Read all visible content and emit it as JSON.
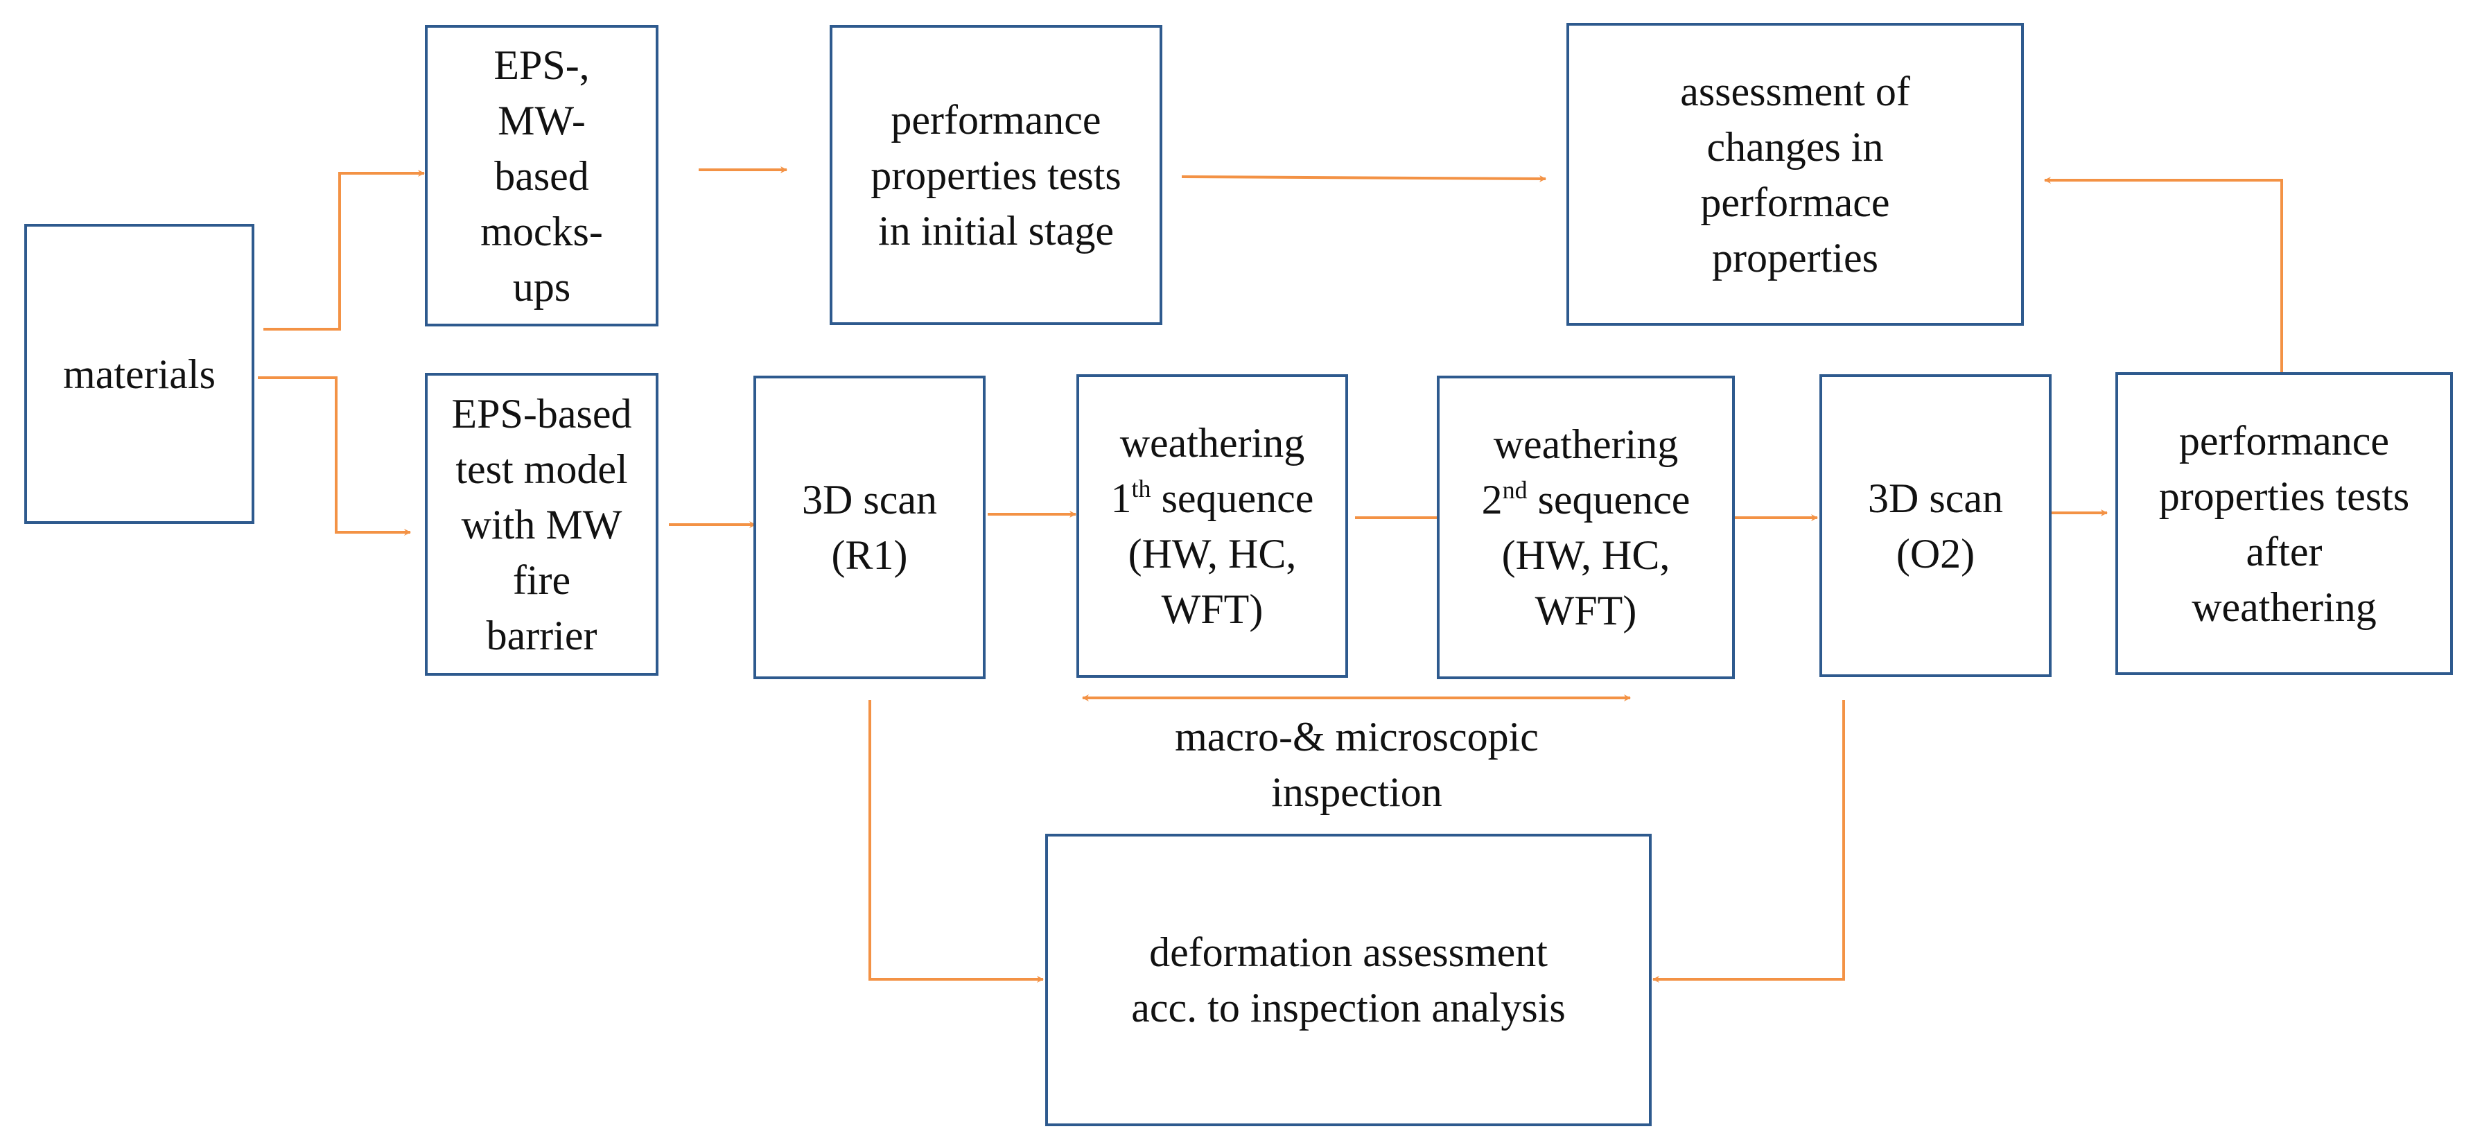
{
  "boxes": {
    "materials": [
      "materials"
    ],
    "mockups": [
      "EPS-,",
      "MW-",
      "based",
      "mocks-",
      "ups"
    ],
    "initial_tests": [
      "performance",
      "properties  tests",
      "in initial stage"
    ],
    "assessment": [
      "assessment of",
      "changes in",
      "performace",
      "properties"
    ],
    "test_model": [
      "EPS-based",
      "test model",
      "with MW",
      "fire",
      "barrier"
    ],
    "scan_r1": [
      "3D scan",
      "(R1)"
    ],
    "weathering_1": {
      "line1": "weathering",
      "line2_main": "1",
      "line2_sup": "th",
      "line2_rest": " sequence",
      "line3": "(HW, HC,",
      "line4": "WFT)"
    },
    "weathering_2": {
      "line1": "weathering",
      "line2_main": "2",
      "line2_sup": "nd",
      "line2_rest": " sequence",
      "line3": "(HW, HC,",
      "line4": "WFT)"
    },
    "scan_o2": [
      "3D scan",
      "(O2)"
    ],
    "after_tests": [
      "performance",
      "properties  tests",
      "after",
      "weathering"
    ],
    "deformation": [
      "deformation assessment",
      "acc. to inspection analysis"
    ]
  },
  "inspection_label": [
    "macro-& microscopic",
    "inspection"
  ],
  "colors": {
    "box_border": "#2e5a8e",
    "arrow": "#f39245",
    "text": "#111111"
  }
}
